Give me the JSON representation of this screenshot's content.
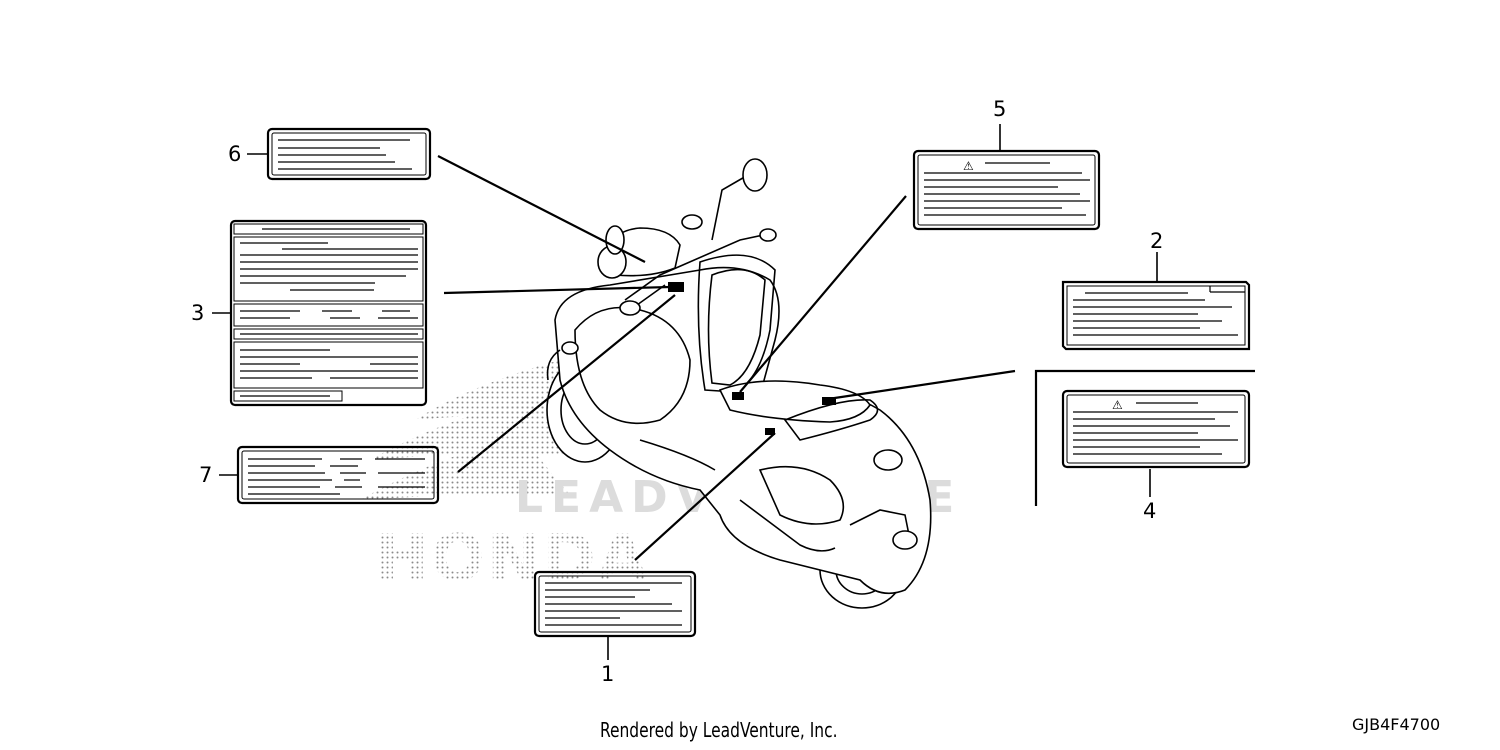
{
  "callouts": {
    "c1": "1",
    "c2": "2",
    "c3": "3",
    "c4": "4",
    "c5": "5",
    "c6": "6",
    "c7": "7"
  },
  "watermark": {
    "brand": "HONDA",
    "text": "LEADVENTURE"
  },
  "footer": {
    "rendered_by": "Rendered by LeadVenture, Inc.",
    "diagram_code": "GJB4F4700"
  },
  "warning_symbol": "⚠",
  "colors": {
    "ink": "#000000",
    "watermark": "#d9d9d9",
    "dots": "#8a8a8a"
  }
}
